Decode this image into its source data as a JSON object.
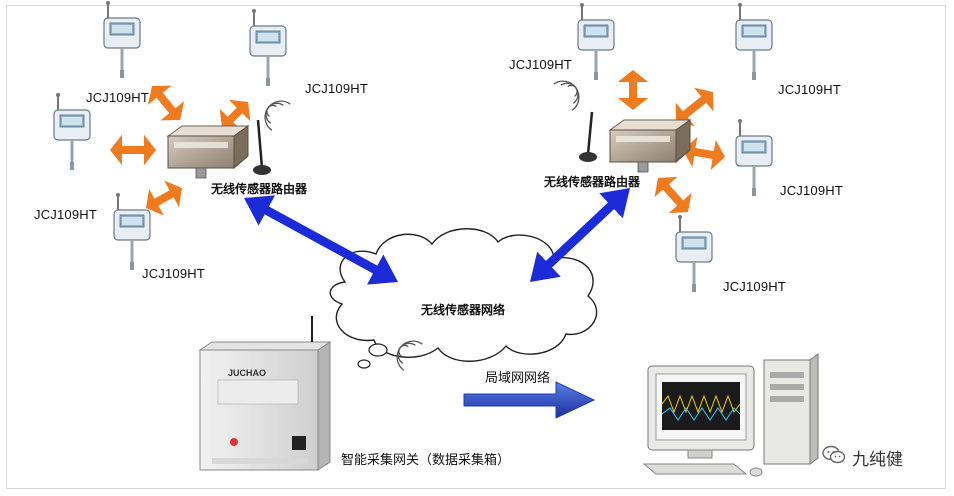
{
  "sensor_model": "JCJ109HT",
  "router_label": "无线传感器路由器",
  "network_label": "无线传感器网络",
  "gateway_label": "智能采集网关（数据采集箱）",
  "lan_label": "局域网网络",
  "gateway_brand": "JUCHAO",
  "watermark": "九纯健",
  "colors": {
    "link_arrow": "#1c2bd8",
    "sensor_arrow": "#f07a1e",
    "lan_arrow": "#1f3fb8"
  }
}
